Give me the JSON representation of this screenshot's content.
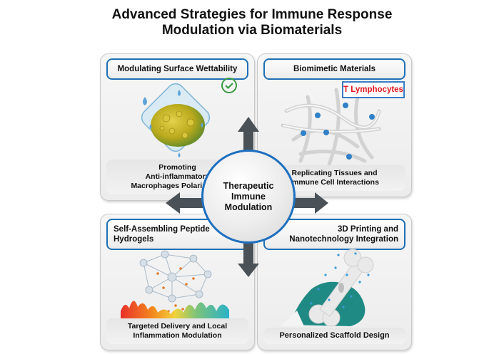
{
  "title": {
    "line1": "Advanced Strategies for Immune Response",
    "line2": "Modulation via Biomaterials"
  },
  "center": {
    "line1": "Therapeutic",
    "line2": "Immune",
    "line3": "Modulation"
  },
  "panels": [
    {
      "id": "top-left",
      "title": "Modulating Surface Wettability",
      "caption": [
        "Promoting",
        "Anti-inflammatory",
        "Macrophages Polarization"
      ],
      "icon": "macrophage-cell-in-droplet-diamond",
      "badge_icon": "check-circle-icon"
    },
    {
      "id": "top-right",
      "title": "Biomimetic Materials",
      "caption": [
        "Replicating Tissues and",
        "Immune Cell Interactions"
      ],
      "icon": "fibrous-scaffold-network",
      "callout": "T Lymphocytes"
    },
    {
      "id": "bottom-left",
      "title": [
        "Self-Assembling Peptide",
        "Hydrogels"
      ],
      "caption": [
        "Targeted Delivery and Local",
        "Inflammation Modulation"
      ],
      "icon": "peptide-network-over-flames"
    },
    {
      "id": "bottom-right",
      "title": [
        "3D Printing and",
        "Nanotechnology Integration"
      ],
      "caption": [
        "Personalized Scaffold Design"
      ],
      "icon": "gloved-hand-holding-bone-scaffold"
    }
  ],
  "colors": {
    "accent_blue": "#1f6fb5",
    "arrow_gray": "#4a5258",
    "callout_red": "#e0141b"
  }
}
